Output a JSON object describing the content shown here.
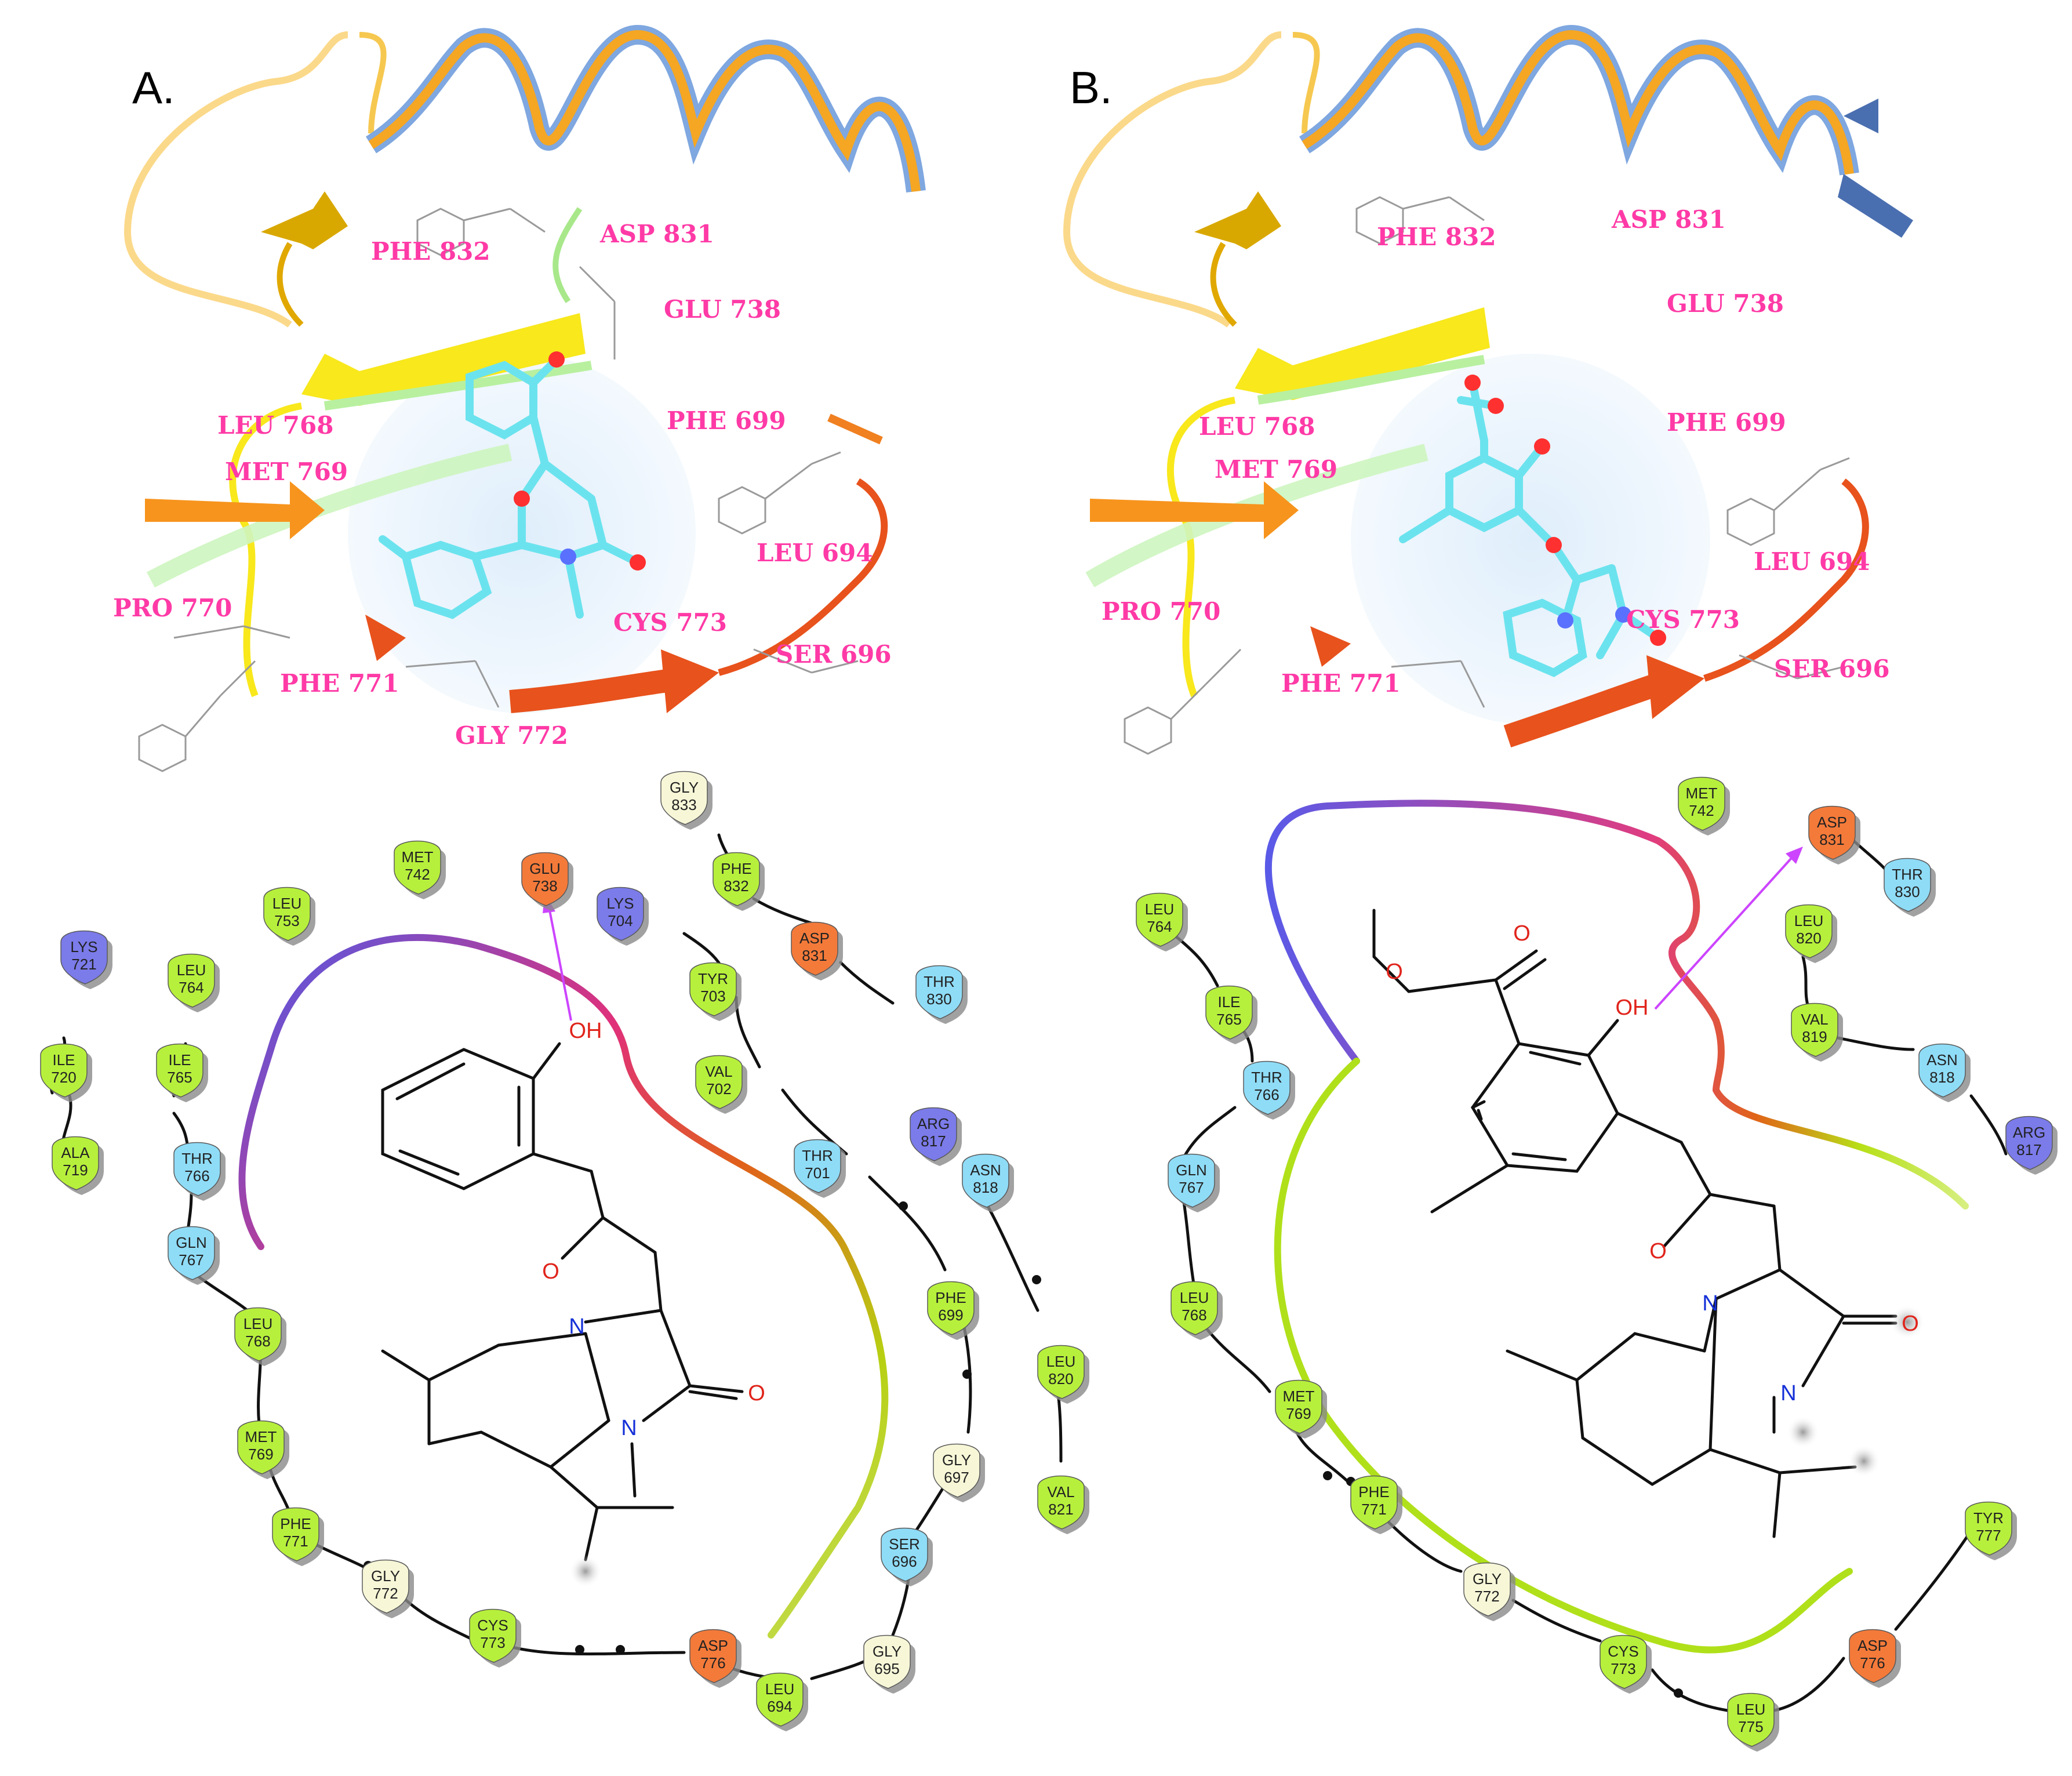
{
  "panels": [
    {
      "id": "A",
      "label": "A.",
      "residues_3d": [
        "PHE 832",
        "ASP 831",
        "GLU 738",
        "LEU 768",
        "PHE 699",
        "MET 769",
        "LEU 694",
        "PRO 770",
        "CYS 773",
        "SER 696",
        "PHE 771",
        "GLY 772"
      ],
      "residues_2d": [
        {
          "name": "GLY",
          "num": "833",
          "type": "gly"
        },
        {
          "name": "MET",
          "num": "742",
          "type": "hydrophobic"
        },
        {
          "name": "GLU",
          "num": "738",
          "type": "negative"
        },
        {
          "name": "PHE",
          "num": "832",
          "type": "hydrophobic"
        },
        {
          "name": "LEU",
          "num": "753",
          "type": "hydrophobic"
        },
        {
          "name": "LYS",
          "num": "704",
          "type": "positive"
        },
        {
          "name": "ASP",
          "num": "831",
          "type": "negative"
        },
        {
          "name": "LYS",
          "num": "721",
          "type": "positive"
        },
        {
          "name": "LEU",
          "num": "764",
          "type": "hydrophobic"
        },
        {
          "name": "TYR",
          "num": "703",
          "type": "hydrophobic"
        },
        {
          "name": "THR",
          "num": "830",
          "type": "polar"
        },
        {
          "name": "ILE",
          "num": "720",
          "type": "hydrophobic"
        },
        {
          "name": "ILE",
          "num": "765",
          "type": "hydrophobic"
        },
        {
          "name": "VAL",
          "num": "702",
          "type": "hydrophobic"
        },
        {
          "name": "ARG",
          "num": "817",
          "type": "positive"
        },
        {
          "name": "ALA",
          "num": "719",
          "type": "hydrophobic"
        },
        {
          "name": "THR",
          "num": "766",
          "type": "polar"
        },
        {
          "name": "THR",
          "num": "701",
          "type": "polar"
        },
        {
          "name": "ASN",
          "num": "818",
          "type": "polar"
        },
        {
          "name": "GLN",
          "num": "767",
          "type": "polar"
        },
        {
          "name": "PHE",
          "num": "699",
          "type": "hydrophobic"
        },
        {
          "name": "LEU",
          "num": "768",
          "type": "hydrophobic"
        },
        {
          "name": "LEU",
          "num": "820",
          "type": "hydrophobic"
        },
        {
          "name": "MET",
          "num": "769",
          "type": "hydrophobic"
        },
        {
          "name": "GLY",
          "num": "697",
          "type": "gly"
        },
        {
          "name": "VAL",
          "num": "821",
          "type": "hydrophobic"
        },
        {
          "name": "PHE",
          "num": "771",
          "type": "hydrophobic"
        },
        {
          "name": "GLY",
          "num": "772",
          "type": "gly"
        },
        {
          "name": "SER",
          "num": "696",
          "type": "polar"
        },
        {
          "name": "CYS",
          "num": "773",
          "type": "hydrophobic"
        },
        {
          "name": "ASP",
          "num": "776",
          "type": "negative"
        },
        {
          "name": "GLY",
          "num": "695",
          "type": "gly"
        },
        {
          "name": "LEU",
          "num": "694",
          "type": "hydrophobic"
        }
      ],
      "atoms": [
        "OH",
        "O",
        "N",
        "O",
        "N"
      ]
    },
    {
      "id": "B",
      "label": "B.",
      "residues_3d": [
        "PHE 832",
        "ASP 831",
        "GLU 738",
        "LEU 768",
        "PHE 699",
        "MET 769",
        "LEU 694",
        "PRO 770",
        "CYS 773",
        "SER 696",
        "PHE 771"
      ],
      "residues_2d": [
        {
          "name": "MET",
          "num": "742",
          "type": "hydrophobic"
        },
        {
          "name": "ASP",
          "num": "831",
          "type": "negative"
        },
        {
          "name": "LEU",
          "num": "764",
          "type": "hydrophobic"
        },
        {
          "name": "THR",
          "num": "830",
          "type": "polar"
        },
        {
          "name": "LEU",
          "num": "820",
          "type": "hydrophobic"
        },
        {
          "name": "ILE",
          "num": "765",
          "type": "hydrophobic"
        },
        {
          "name": "VAL",
          "num": "819",
          "type": "hydrophobic"
        },
        {
          "name": "THR",
          "num": "766",
          "type": "polar"
        },
        {
          "name": "ASN",
          "num": "818",
          "type": "polar"
        },
        {
          "name": "ARG",
          "num": "817",
          "type": "positive"
        },
        {
          "name": "GLN",
          "num": "767",
          "type": "polar"
        },
        {
          "name": "LEU",
          "num": "768",
          "type": "hydrophobic"
        },
        {
          "name": "MET",
          "num": "769",
          "type": "hydrophobic"
        },
        {
          "name": "PHE",
          "num": "771",
          "type": "hydrophobic"
        },
        {
          "name": "GLY",
          "num": "772",
          "type": "gly"
        },
        {
          "name": "TYR",
          "num": "777",
          "type": "hydrophobic"
        },
        {
          "name": "CYS",
          "num": "773",
          "type": "hydrophobic"
        },
        {
          "name": "ASP",
          "num": "776",
          "type": "negative"
        },
        {
          "name": "LEU",
          "num": "775",
          "type": "hydrophobic"
        }
      ],
      "atoms": [
        "OH",
        "O",
        "O",
        "O",
        "N",
        "O",
        "N"
      ]
    }
  ],
  "colors": {
    "hydrophobic": "#b7f03c",
    "polar": "#8fdcf7",
    "negative": "#f47a3a",
    "positive": "#7b7bea",
    "gly": "#f7f7d8",
    "residue_label_3d": "#ff3aa6",
    "helix_outer": "#f5a623",
    "helix_inner": "#7fa7e0",
    "ligand_3d": "#6be3ee",
    "hbond": "#cc44ff",
    "oxygen": "#e0241b",
    "nitrogen": "#1530d8"
  }
}
